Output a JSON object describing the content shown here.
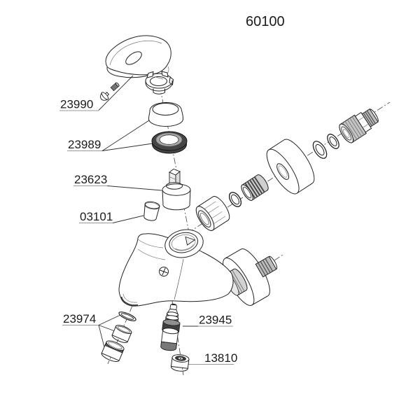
{
  "title": "60100",
  "labels": {
    "n23990": "23990",
    "n23989": "23989",
    "n23623": "23623",
    "n03101": "03101",
    "n23974": "23974",
    "n23945": "23945",
    "n13810": "13810"
  },
  "colors": {
    "ink": "#222222",
    "dark_seal": "#454545",
    "metal_gray": "#c6c6c6",
    "paper": "#ffffff"
  }
}
